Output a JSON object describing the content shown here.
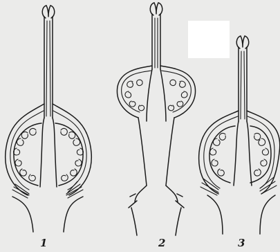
{
  "figure": {
    "labels": [
      "1",
      "2",
      "3"
    ]
  }
}
